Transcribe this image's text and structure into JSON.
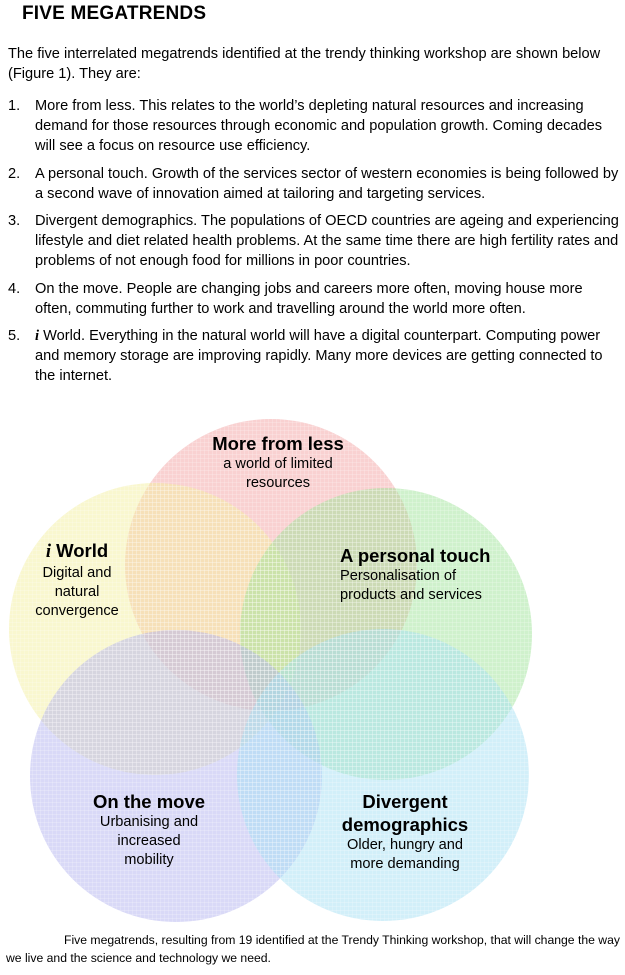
{
  "heading": "FIVE MEGATRENDS",
  "intro": "The five interrelated megatrends identified at the trendy thinking workshop are shown below (Figure 1). They are:",
  "trends": [
    {
      "num": "1.",
      "text": "More from less. This relates to the world’s depleting natural resources and increasing demand for those resources through economic and population growth. Coming decades will see a focus on resource use efficiency."
    },
    {
      "num": "2.",
      "text": "A personal touch. Growth of the services sector of western economies is being followed by a second wave of innovation aimed at tailoring and targeting services."
    },
    {
      "num": "3.",
      "text": "Divergent demographics. The populations of OECD countries are ageing and experiencing lifestyle and diet related health problems. At the same time there are high fertility rates and problems of not enough food for millions in poor countries."
    },
    {
      "num": "4.",
      "text": "On the move. People are changing jobs and careers more often, moving house more often, commuting further to work and travelling around the world more often."
    },
    {
      "num": "5.",
      "prefix": "i",
      "text": " World. Everything in the natural world will have a digital counterpart. Computing power and memory storage are improving rapidly. Many more devices are getting connected to the internet."
    }
  ],
  "venn": {
    "more_from_less": {
      "title": "More from less",
      "line1": "a world of limited",
      "line2": "resources",
      "color": "#f4a3a3"
    },
    "personal_touch": {
      "title": "A personal touch",
      "line1": "Personalisation of",
      "line2": "products and services",
      "color": "#9fe39a"
    },
    "i_world": {
      "prefix": "i",
      "title": " World",
      "line1": "Digital and",
      "line2": "natural",
      "line3": "convergence",
      "color": "#f3efa0"
    },
    "on_the_move": {
      "title": "On the move",
      "line1": "Urbanising and",
      "line2": "increased",
      "line3": "mobility",
      "color": "#b3b3f0"
    },
    "divergent": {
      "title1": "Divergent",
      "title2": "demographics",
      "line1": "Older, hungry and",
      "line2": "more demanding",
      "color": "#a6e0f3"
    }
  },
  "caption": "Five megatrends, resulting from 19 identified at the Trendy Thinking workshop, that will change the way we live and the science and technology we need."
}
